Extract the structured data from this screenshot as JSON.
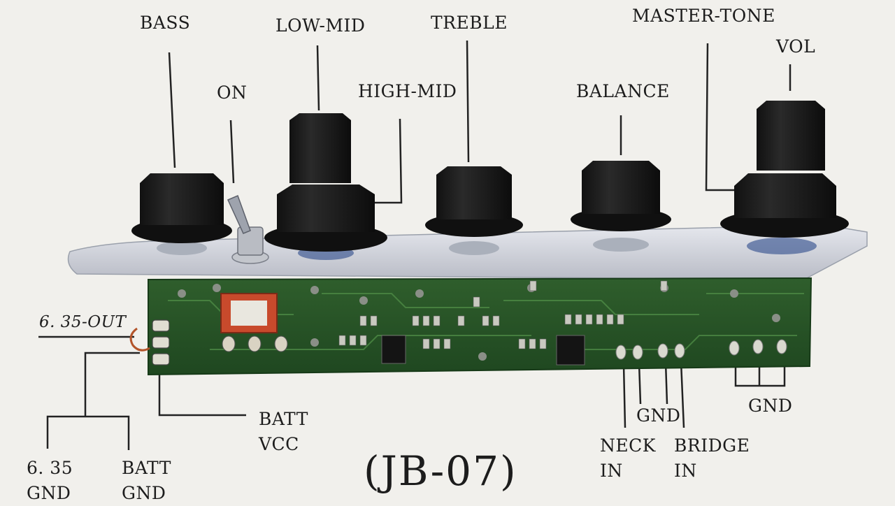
{
  "diagram": {
    "model": "(JB-07)",
    "controls": {
      "bass": "BASS",
      "on": "ON",
      "low_mid": "LOW-MID",
      "high_mid": "HIGH-MID",
      "treble": "TREBLE",
      "balance": "BALANCE",
      "master_tone": "MASTER-TONE",
      "vol": "VOL"
    },
    "connections": {
      "out": "6. 35-OUT",
      "batt_vcc": "BATT\nVCC",
      "gnd_635": "6. 35\nGND",
      "batt_gnd": "BATT\nGND",
      "gnd_pickups": "GND",
      "neck_in": "NECK\nIN",
      "bridge_in": "BRIDGE\nIN",
      "gnd_right": "GND"
    }
  }
}
